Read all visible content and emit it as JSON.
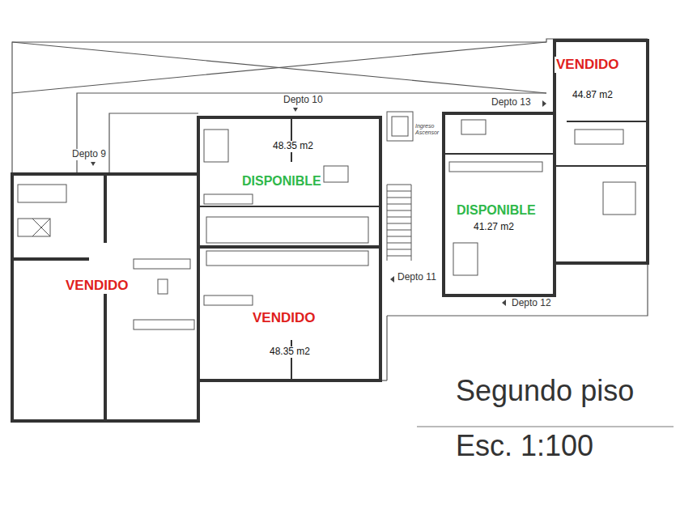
{
  "diagram": {
    "title": "Segundo piso",
    "caption": "Esc. 1:100",
    "nodes": [
      {
        "text": [
          "Depto 9",
          "VENDIDO"
        ]
      },
      {
        "text": [
          "Depto 10",
          "48.35 m2",
          "DISPONIBLE"
        ]
      },
      {
        "text": [
          "Depto 11",
          "VENDIDO",
          "48.35 m2"
        ]
      },
      {
        "text": [
          "Depto 12",
          "DISPONIBLE",
          "41.27 m2"
        ]
      },
      {
        "text": [
          "Depto 13",
          "VENDIDO",
          "44.87 m2"
        ]
      }
    ],
    "labels": [
      "Ingreso Ascensor"
    ]
  }
}
